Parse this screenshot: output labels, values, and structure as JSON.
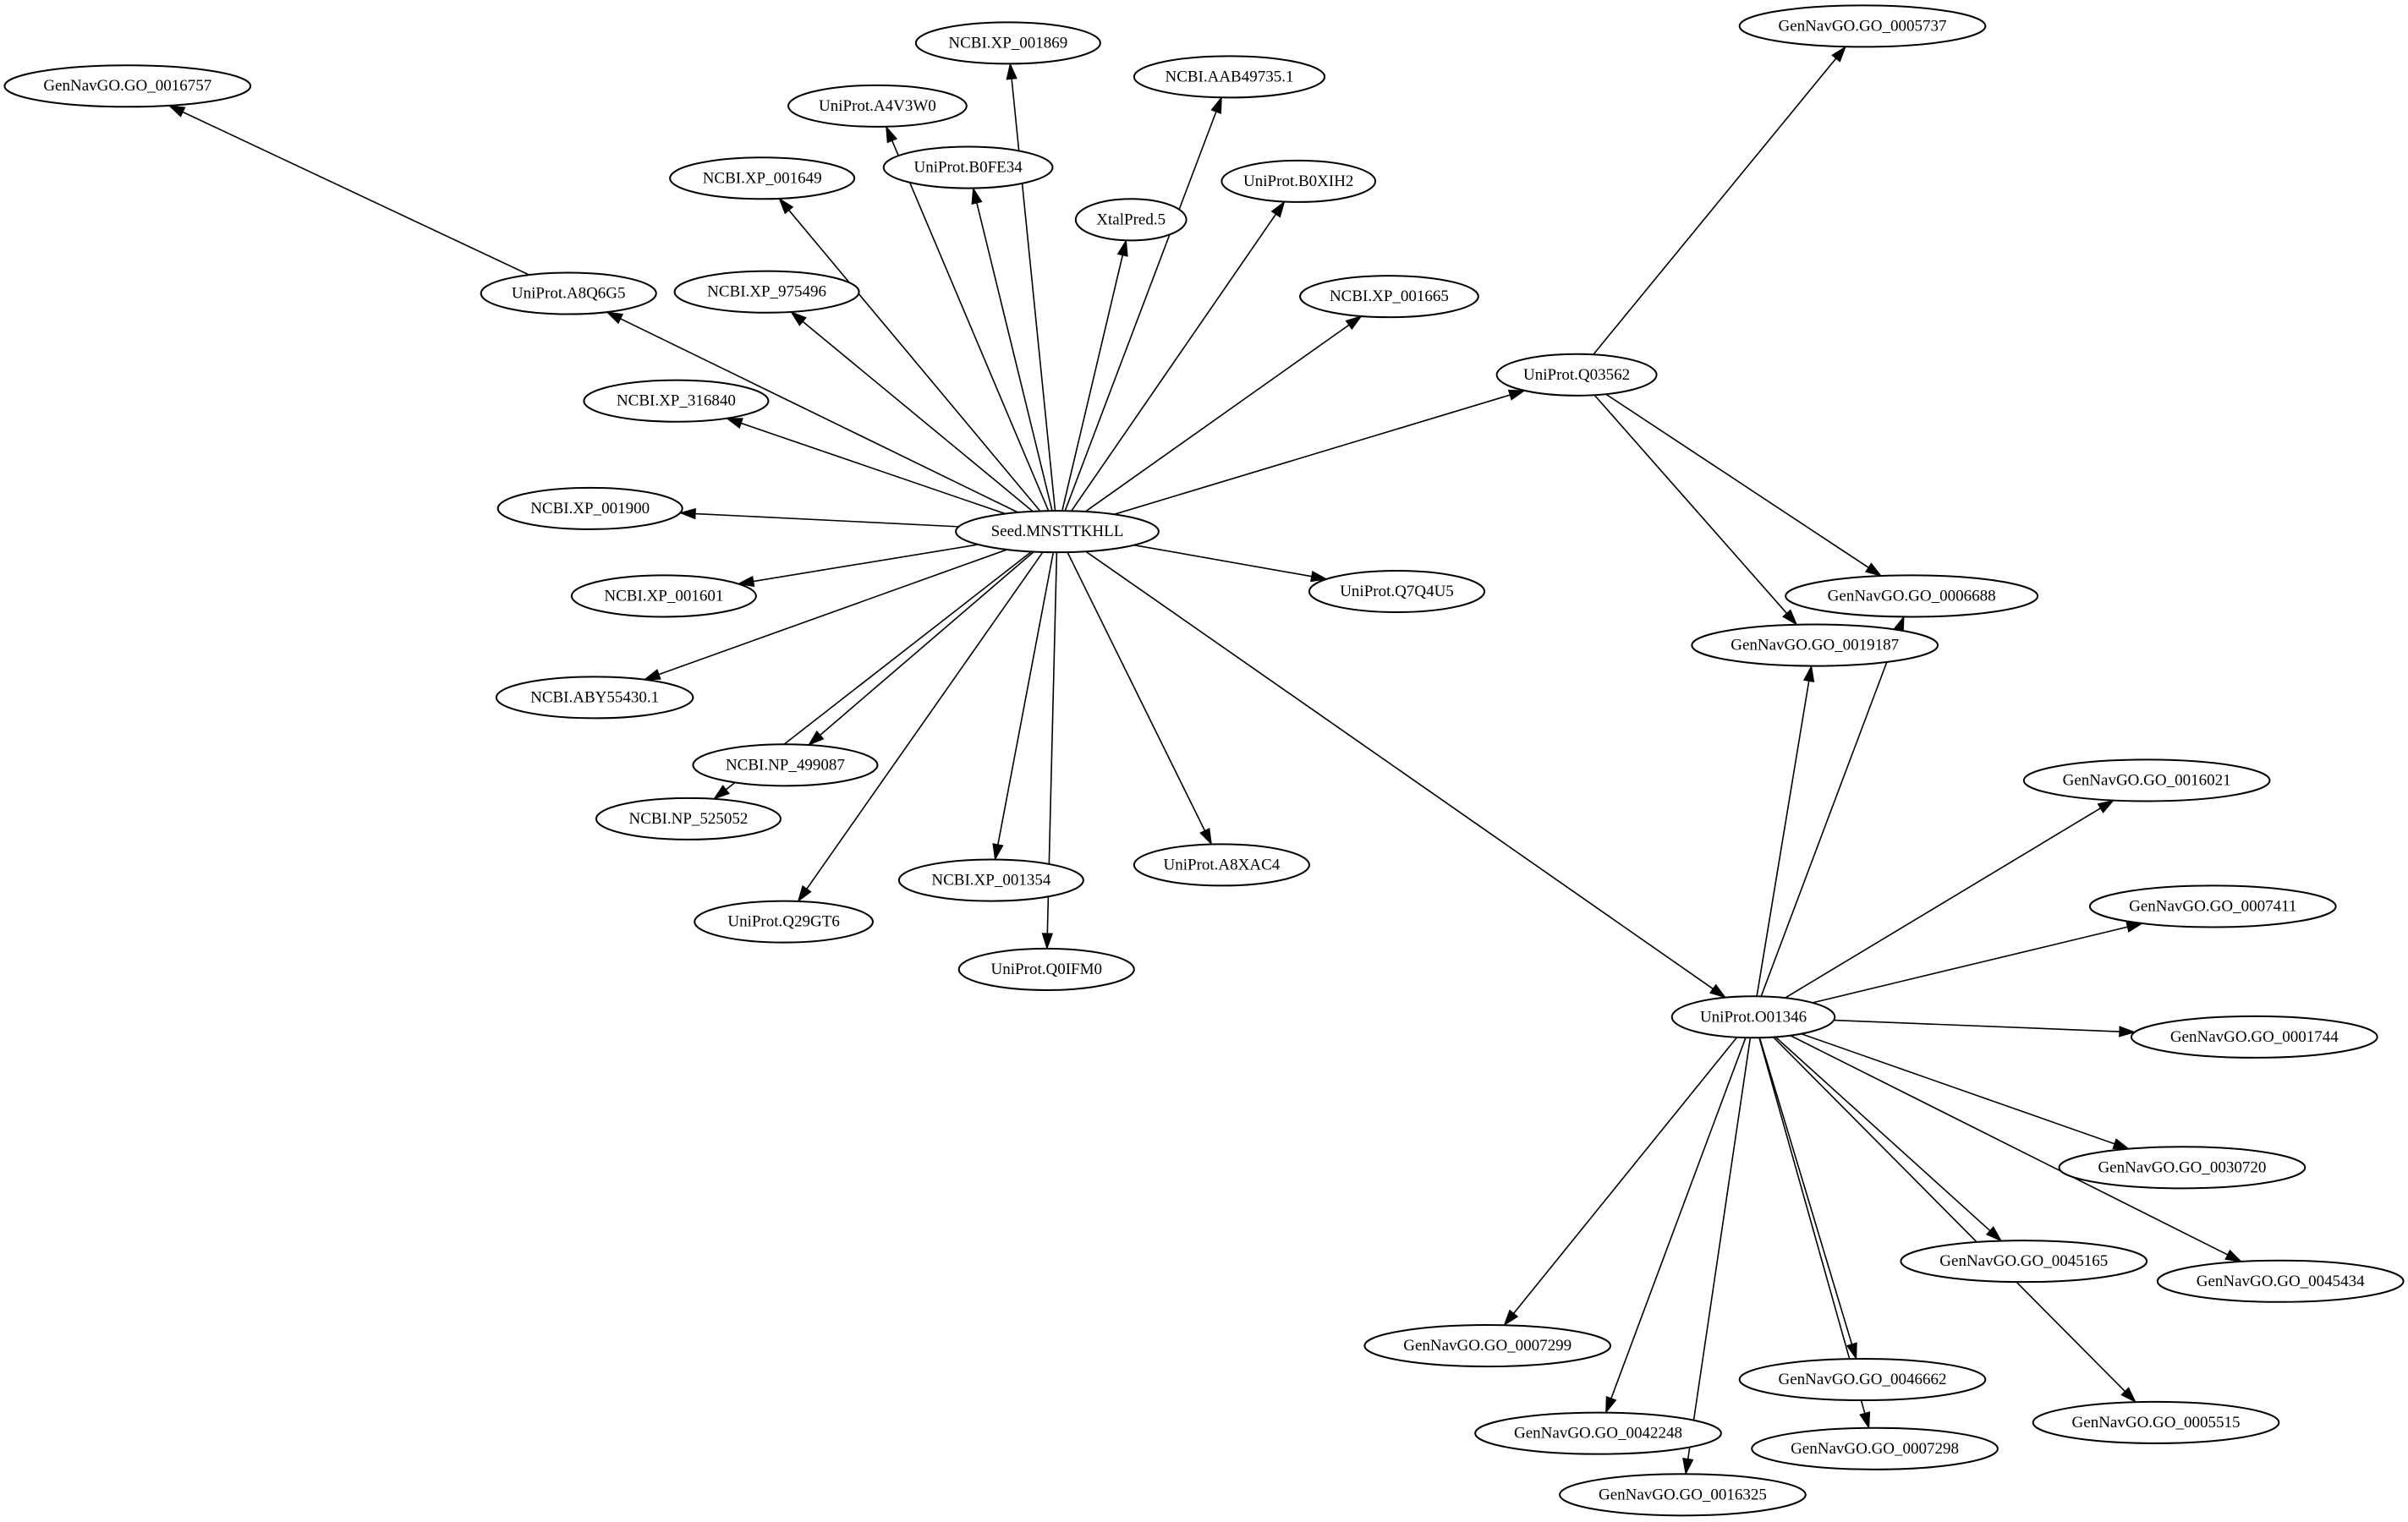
{
  "graph": {
    "nodes": [
      {
        "id": "GenNavGO.GO_0016757"
      },
      {
        "id": "NCBI.XP_001869"
      },
      {
        "id": "NCBI.AAB49735.1"
      },
      {
        "id": "GenNavGO.GO_0005737"
      },
      {
        "id": "UniProt.A4V3W0"
      },
      {
        "id": "UniProt.B0FE34"
      },
      {
        "id": "NCBI.XP_001649"
      },
      {
        "id": "XtalPred.5"
      },
      {
        "id": "UniProt.B0XIH2"
      },
      {
        "id": "UniProt.A8Q6G5"
      },
      {
        "id": "NCBI.XP_975496"
      },
      {
        "id": "NCBI.XP_001665"
      },
      {
        "id": "UniProt.Q03562"
      },
      {
        "id": "NCBI.XP_316840"
      },
      {
        "id": "NCBI.XP_001900"
      },
      {
        "id": "Seed.MNSTTKHLL"
      },
      {
        "id": "NCBI.XP_001601"
      },
      {
        "id": "UniProt.Q7Q4U5"
      },
      {
        "id": "NCBI.ABY55430.1"
      },
      {
        "id": "GenNavGO.GO_0006688"
      },
      {
        "id": "GenNavGO.GO_0019187"
      },
      {
        "id": "NCBI.NP_499087"
      },
      {
        "id": "NCBI.NP_525052"
      },
      {
        "id": "UniProt.Q29GT6"
      },
      {
        "id": "NCBI.XP_001354"
      },
      {
        "id": "UniProt.A8XAC4"
      },
      {
        "id": "UniProt.Q0IFM0"
      },
      {
        "id": "GenNavGO.GO_0016021"
      },
      {
        "id": "GenNavGO.GO_0007411"
      },
      {
        "id": "UniProt.O01346"
      },
      {
        "id": "GenNavGO.GO_0001744"
      },
      {
        "id": "GenNavGO.GO_0030720"
      },
      {
        "id": "GenNavGO.GO_0045165"
      },
      {
        "id": "GenNavGO.GO_0045434"
      },
      {
        "id": "GenNavGO.GO_0007299"
      },
      {
        "id": "GenNavGO.GO_0046662"
      },
      {
        "id": "GenNavGO.GO_0005515"
      },
      {
        "id": "GenNavGO.GO_0042248"
      },
      {
        "id": "GenNavGO.GO_0007298"
      },
      {
        "id": "GenNavGO.GO_0016325"
      }
    ],
    "edges": [
      [
        "Seed.MNSTTKHLL",
        "UniProt.A8Q6G5"
      ],
      [
        "Seed.MNSTTKHLL",
        "NCBI.XP_001649"
      ],
      [
        "Seed.MNSTTKHLL",
        "UniProt.A4V3W0"
      ],
      [
        "Seed.MNSTTKHLL",
        "UniProt.B0FE34"
      ],
      [
        "Seed.MNSTTKHLL",
        "NCBI.XP_001869"
      ],
      [
        "Seed.MNSTTKHLL",
        "XtalPred.5"
      ],
      [
        "Seed.MNSTTKHLL",
        "NCBI.AAB49735.1"
      ],
      [
        "Seed.MNSTTKHLL",
        "UniProt.B0XIH2"
      ],
      [
        "Seed.MNSTTKHLL",
        "NCBI.XP_001665"
      ],
      [
        "Seed.MNSTTKHLL",
        "UniProt.Q03562"
      ],
      [
        "Seed.MNSTTKHLL",
        "NCBI.XP_975496"
      ],
      [
        "Seed.MNSTTKHLL",
        "NCBI.XP_316840"
      ],
      [
        "Seed.MNSTTKHLL",
        "NCBI.XP_001900"
      ],
      [
        "Seed.MNSTTKHLL",
        "NCBI.XP_001601"
      ],
      [
        "Seed.MNSTTKHLL",
        "NCBI.ABY55430.1"
      ],
      [
        "Seed.MNSTTKHLL",
        "NCBI.NP_499087"
      ],
      [
        "Seed.MNSTTKHLL",
        "NCBI.NP_525052"
      ],
      [
        "Seed.MNSTTKHLL",
        "UniProt.Q29GT6"
      ],
      [
        "Seed.MNSTTKHLL",
        "NCBI.XP_001354"
      ],
      [
        "Seed.MNSTTKHLL",
        "UniProt.Q0IFM0"
      ],
      [
        "Seed.MNSTTKHLL",
        "UniProt.A8XAC4"
      ],
      [
        "Seed.MNSTTKHLL",
        "UniProt.Q7Q4U5"
      ],
      [
        "Seed.MNSTTKHLL",
        "UniProt.O01346"
      ],
      [
        "UniProt.A8Q6G5",
        "GenNavGO.GO_0016757"
      ],
      [
        "UniProt.Q03562",
        "GenNavGO.GO_0005737"
      ],
      [
        "UniProt.Q03562",
        "GenNavGO.GO_0006688"
      ],
      [
        "UniProt.Q03562",
        "GenNavGO.GO_0019187"
      ],
      [
        "UniProt.O01346",
        "GenNavGO.GO_0019187"
      ],
      [
        "UniProt.O01346",
        "GenNavGO.GO_0006688"
      ],
      [
        "UniProt.O01346",
        "GenNavGO.GO_0016021"
      ],
      [
        "UniProt.O01346",
        "GenNavGO.GO_0007411"
      ],
      [
        "UniProt.O01346",
        "GenNavGO.GO_0001744"
      ],
      [
        "UniProt.O01346",
        "GenNavGO.GO_0030720"
      ],
      [
        "UniProt.O01346",
        "GenNavGO.GO_0045434"
      ],
      [
        "UniProt.O01346",
        "GenNavGO.GO_0045165"
      ],
      [
        "UniProt.O01346",
        "GenNavGO.GO_0005515"
      ],
      [
        "UniProt.O01346",
        "GenNavGO.GO_0007299"
      ],
      [
        "UniProt.O01346",
        "GenNavGO.GO_0042248"
      ],
      [
        "UniProt.O01346",
        "GenNavGO.GO_0016325"
      ],
      [
        "UniProt.O01346",
        "GenNavGO.GO_0046662"
      ],
      [
        "UniProt.O01346",
        "GenNavGO.GO_0007298"
      ]
    ]
  }
}
